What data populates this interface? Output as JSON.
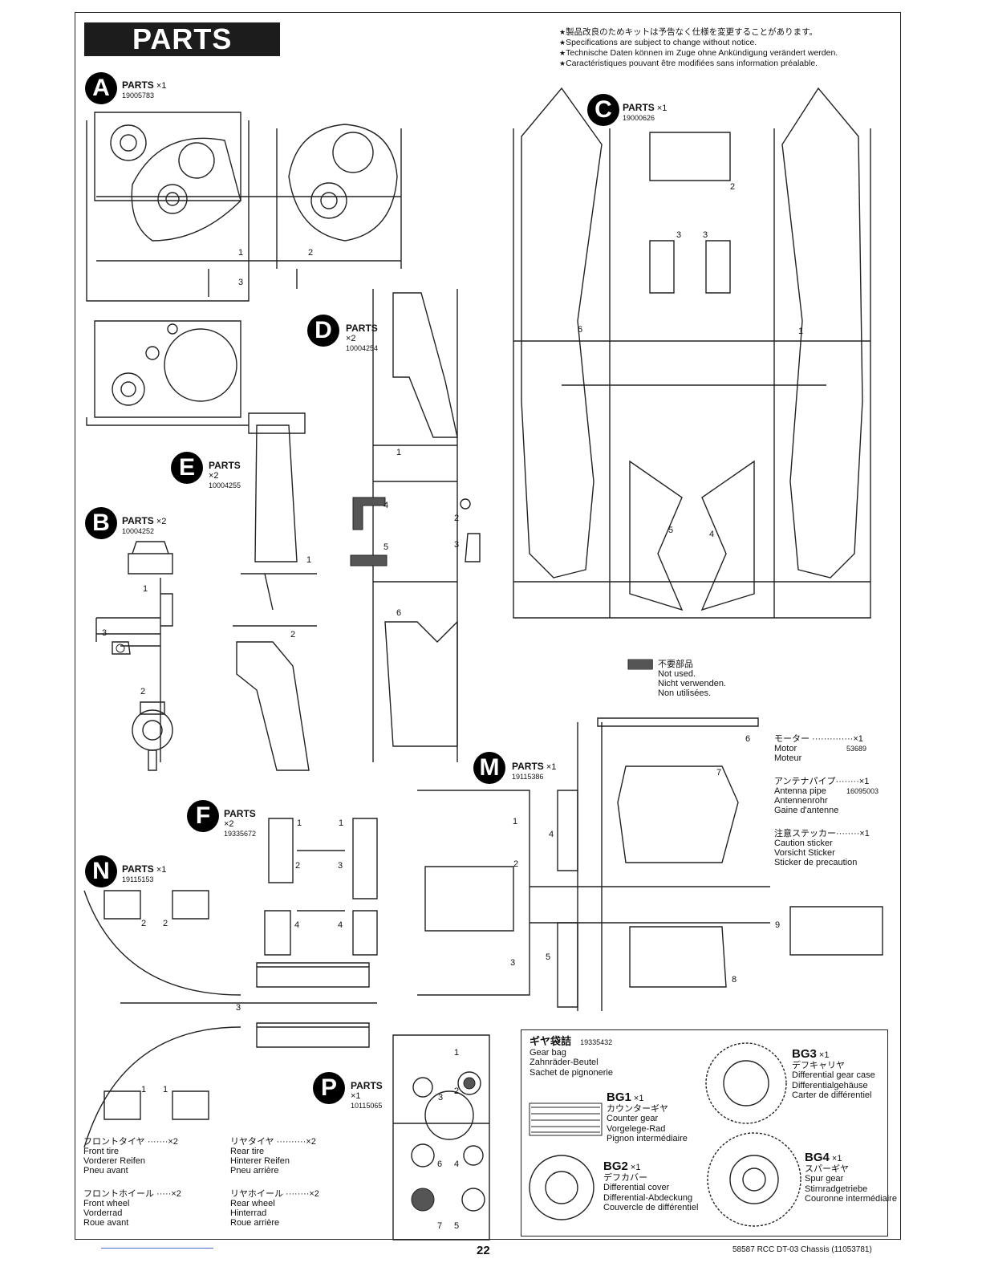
{
  "header": {
    "title": "PARTS"
  },
  "notices": [
    "製品改良のためキットは予告なく仕様を変更することがあります。",
    "Specifications are subject to change without notice.",
    "Technische Daten können im Zuge ohne Ankündigung verändert werden.",
    "Caractéristiques pouvant être modifiées sans information préalable."
  ],
  "groups": {
    "A": {
      "letter": "A",
      "parts": "PARTS",
      "qty": "×1",
      "code": "19005783"
    },
    "B": {
      "letter": "B",
      "parts": "PARTS",
      "qty": "×2",
      "code": "10004252"
    },
    "C": {
      "letter": "C",
      "parts": "PARTS",
      "qty": "×1",
      "code": "19000626"
    },
    "D": {
      "letter": "D",
      "parts": "PARTS",
      "qty": "×2",
      "code": "10004254"
    },
    "E": {
      "letter": "E",
      "parts": "PARTS",
      "qty": "×2",
      "code": "10004255"
    },
    "F": {
      "letter": "F",
      "parts": "PARTS",
      "qty": "×2",
      "code": "19335672"
    },
    "M": {
      "letter": "M",
      "parts": "PARTS",
      "qty": "×1",
      "code": "19115386"
    },
    "N": {
      "letter": "N",
      "parts": "PARTS",
      "qty": "×1",
      "code": "19115153"
    },
    "P": {
      "letter": "P",
      "parts": "PARTS",
      "qty": "×1",
      "code": "10115065"
    }
  },
  "not_used": {
    "jp": "不要部品",
    "en": "Not used.",
    "de": "Nicht verwenden.",
    "fr": "Non utilisées."
  },
  "side_items": [
    {
      "jp": "モーター ··············×1",
      "en": "Motor",
      "code": "53689",
      "de": "Moteur",
      "fr": ""
    },
    {
      "jp": "アンテナパイプ········×1",
      "en": "Antenna pipe",
      "code": "16095003",
      "de": "Antennenrohr",
      "fr": "Gaine d'antenne"
    },
    {
      "jp": "注意ステッカー········×1",
      "en": "Caution sticker",
      "code": "",
      "de": "Vorsicht Sticker",
      "fr": "Sticker de precaution"
    }
  ],
  "tires": {
    "front_tire": {
      "jp": "フロントタイヤ ·······×2",
      "en": "Front tire",
      "de": "Vorderer Reifen",
      "fr": "Pneu avant"
    },
    "rear_tire": {
      "jp": "リヤタイヤ ··········×2",
      "en": "Rear tire",
      "de": "Hinterer Reifen",
      "fr": "Pneu arrière"
    },
    "front_wheel": {
      "jp": "フロントホイール ·····×2",
      "en": "Front wheel",
      "de": "Vorderrad",
      "fr": "Roue avant"
    },
    "rear_wheel": {
      "jp": "リヤホイール ········×2",
      "en": "Rear wheel",
      "de": "Hinterrad",
      "fr": "Roue arrière"
    }
  },
  "gear_bag": {
    "jp": "ギヤ袋詰",
    "code": "19335432",
    "en": "Gear bag",
    "de": "Zahnräder-Beutel",
    "fr": "Sachet de pignonerie",
    "bg1": {
      "id": "BG1",
      "qty": "×1",
      "jp": "カウンターギヤ",
      "en": "Counter gear",
      "de": "Vorgelege-Rad",
      "fr": "Pignon intermédiaire"
    },
    "bg2": {
      "id": "BG2",
      "qty": "×1",
      "jp": "デフカバー",
      "en": "Differential cover",
      "de": "Differential-Abdeckung",
      "fr": "Couvercle de différentiel"
    },
    "bg3": {
      "id": "BG3",
      "qty": "×1",
      "jp": "デフキャリヤ",
      "en": "Differential gear case",
      "de": "Differentialgehäuse",
      "fr": "Carter de différentiel"
    },
    "bg4": {
      "id": "BG4",
      "qty": "×1",
      "jp": "スパーギヤ",
      "en": "Spur gear",
      "de": "Stirnradgetriebe",
      "fr": "Couronne intermédiaire"
    }
  },
  "part_numbers": {
    "A": [
      "1",
      "2",
      "3"
    ],
    "B": [
      "1",
      "2",
      "3"
    ],
    "C": [
      "1",
      "2",
      "3",
      "3",
      "4",
      "5",
      "6"
    ],
    "D": [
      "1",
      "2",
      "3",
      "4",
      "5",
      "6"
    ],
    "E": [
      "1",
      "2"
    ],
    "F": [
      "1",
      "1",
      "2",
      "3",
      "4",
      "4"
    ],
    "M": [
      "1",
      "2",
      "3",
      "4",
      "5",
      "6",
      "7",
      "8",
      "9"
    ],
    "N": [
      "1",
      "1",
      "2",
      "2",
      "3"
    ],
    "P": [
      "1",
      "2",
      "3",
      "4",
      "5",
      "6",
      "7"
    ]
  },
  "footer": {
    "page": "22",
    "model": "58587 RCC DT-03 Chassis (11053781)"
  }
}
